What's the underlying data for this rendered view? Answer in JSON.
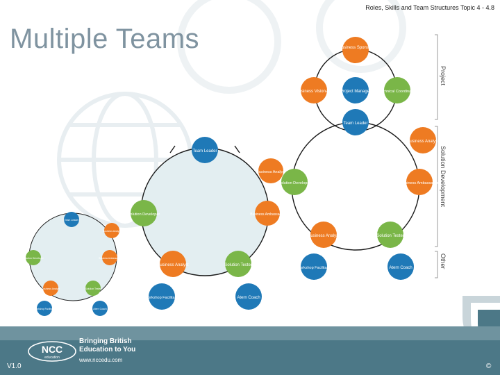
{
  "header": {
    "topic": "Roles, Skills and Team Structures  Topic 4 - 4.8",
    "title": "Multiple Teams"
  },
  "colors": {
    "team_blue": "#1f79b7",
    "business_orange": "#ee7b22",
    "solution_green": "#7ab648",
    "title_grey": "#7f93a0",
    "footer_teal": "#4c7887"
  },
  "side_labels": {
    "project": "Project",
    "solution_development": "Solution Development",
    "other": "Other"
  },
  "large_team": {
    "business_sponsor": "Business Sponsor",
    "business_visionary": "Business Visionary",
    "project_manager": "Project Manager",
    "technical_coordinator": "Technical Coordinator",
    "team_leader": "Team Leader",
    "business_analyst_top": "Business Analyst",
    "business_ambassador": "Business Ambassador",
    "solution_developer": "Solution Developer",
    "business_analyst_bottom": "Business Analyst",
    "solution_tester": "Solution Tester",
    "workshop_facilitator": "Workshop Facilitator",
    "atern_coach": "Atern Coach"
  },
  "medium_team": {
    "team_leader": "Team Leader",
    "business_analyst_top": "Business Analyst",
    "solution_developer": "Solution Developer",
    "business_ambassador": "Business Ambassador",
    "business_analyst_bottom": "Business Analyst",
    "solution_tester": "Solution Tester",
    "workshop_facilitator": "Workshop Facilitator",
    "atern_coach": "Atern Coach"
  },
  "small_team": {
    "team_leader": "Team Leader",
    "business_analyst_top": "Business Analyst",
    "solution_developer": "Solution Developer",
    "business_ambassador": "Business Ambassador",
    "business_analyst_bottom": "Business Analyst",
    "solution_tester": "Solution Tester",
    "workshop_facilitator": "Workshop Facilitator",
    "atern_coach": "Atern Coach"
  },
  "footer": {
    "logo_text": "NCC",
    "logo_subtext": "education",
    "tagline_line1": "Bringing British",
    "tagline_line2": "Education to You",
    "website": "www.nccedu.com",
    "version": "V1.0",
    "copyright": "©"
  }
}
